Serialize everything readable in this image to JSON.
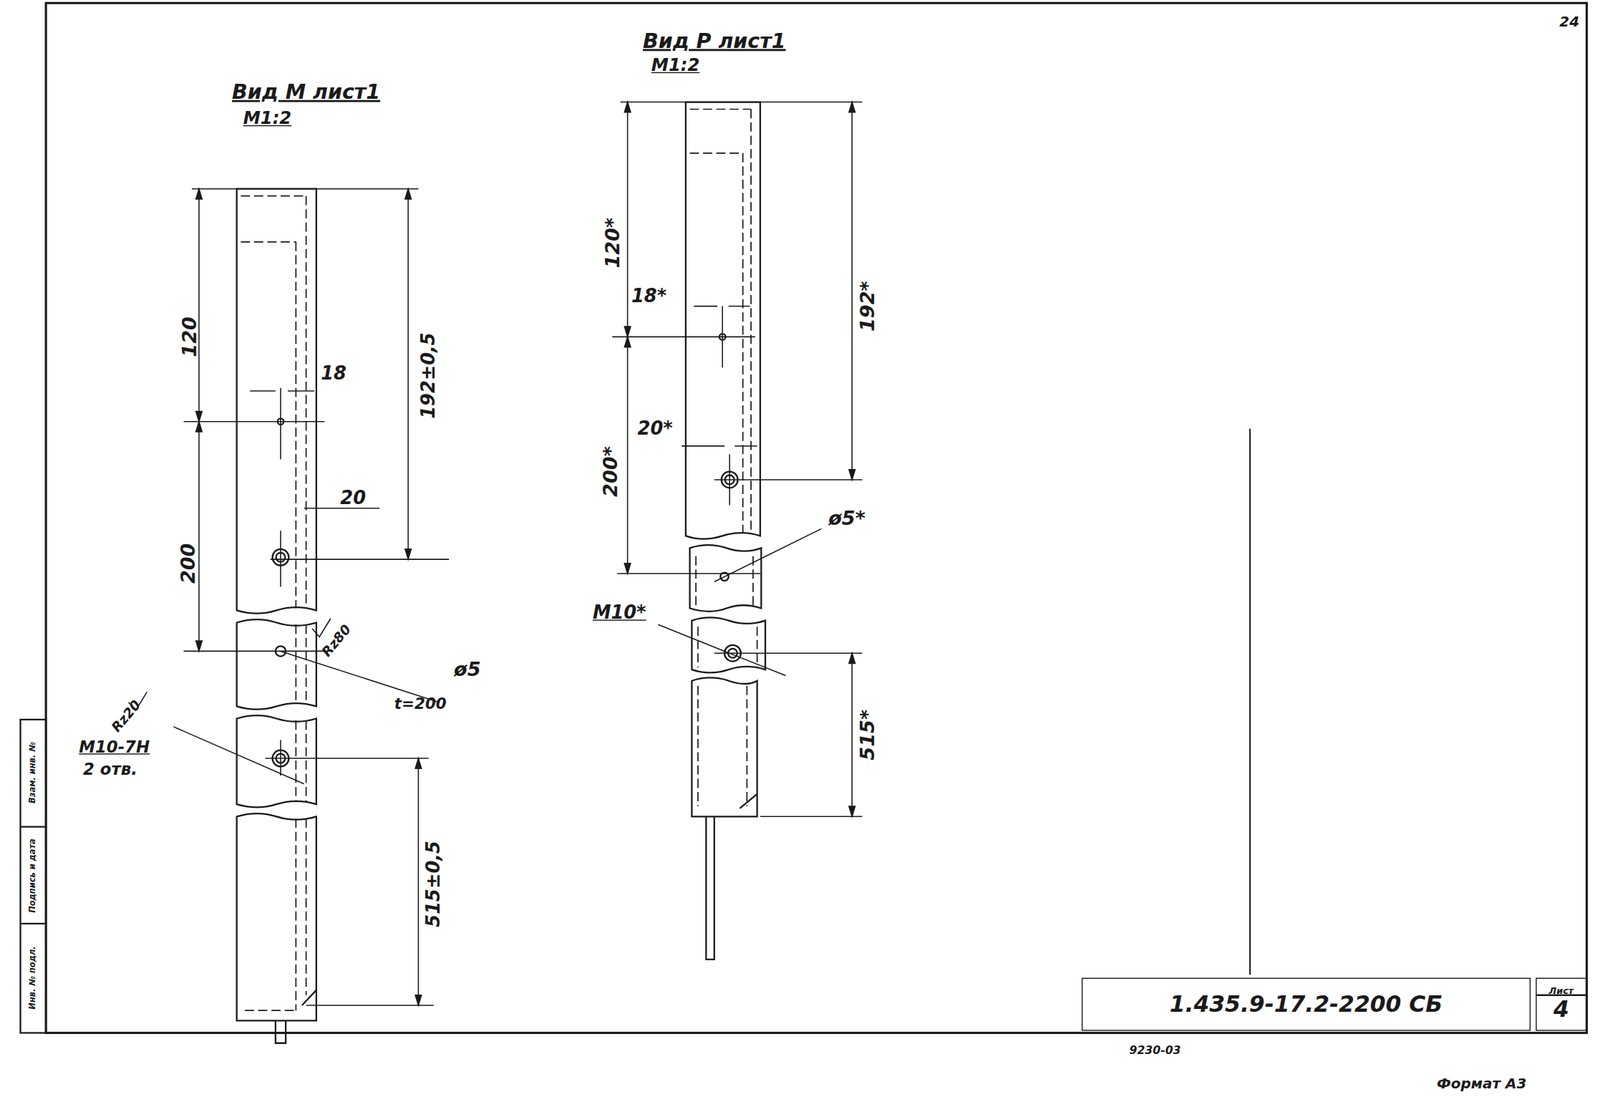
{
  "diagram": {
    "nodes": [
      {
        "text": [
          "1.435.9-17.2-2200 СБ"
        ]
      },
      {
        "text": [
          "Лист",
          "4"
        ]
      }
    ],
    "labels": [
      "Вид М лист1",
      "М1:2",
      "Вид Р лист1",
      "М1:2",
      "120",
      "18",
      "20",
      "192±0,5",
      "200",
      "Rz80",
      "ø5",
      "t=200",
      "Rz20",
      "M10-7H",
      "2 отв.",
      "515±0,5",
      "120*",
      "18*",
      "192*",
      "20*",
      "200*",
      "ø5*",
      "M10*",
      "515*",
      "Инв. № подл.",
      "Подпись и дата",
      "Взам. инв. №",
      "9230-03",
      "Формат А3",
      "24"
    ]
  }
}
